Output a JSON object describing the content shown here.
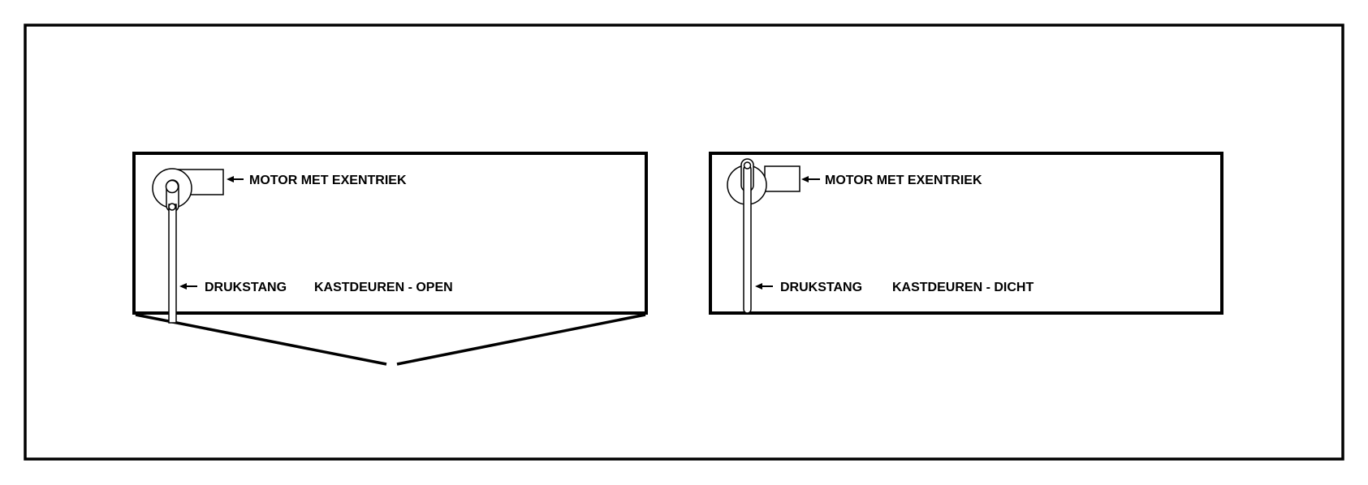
{
  "diagrams": {
    "open": {
      "motor_label": "MOTOR MET EXENTRIEK",
      "rod_label": "DRUKSTANG",
      "state_label": "KASTDEUREN - OPEN"
    },
    "closed": {
      "motor_label": "MOTOR MET EXENTRIEK",
      "rod_label": "DRUKSTANG",
      "state_label": "KASTDEUREN - DICHT"
    }
  },
  "colors": {
    "line": "#000000",
    "background": "#ffffff"
  }
}
